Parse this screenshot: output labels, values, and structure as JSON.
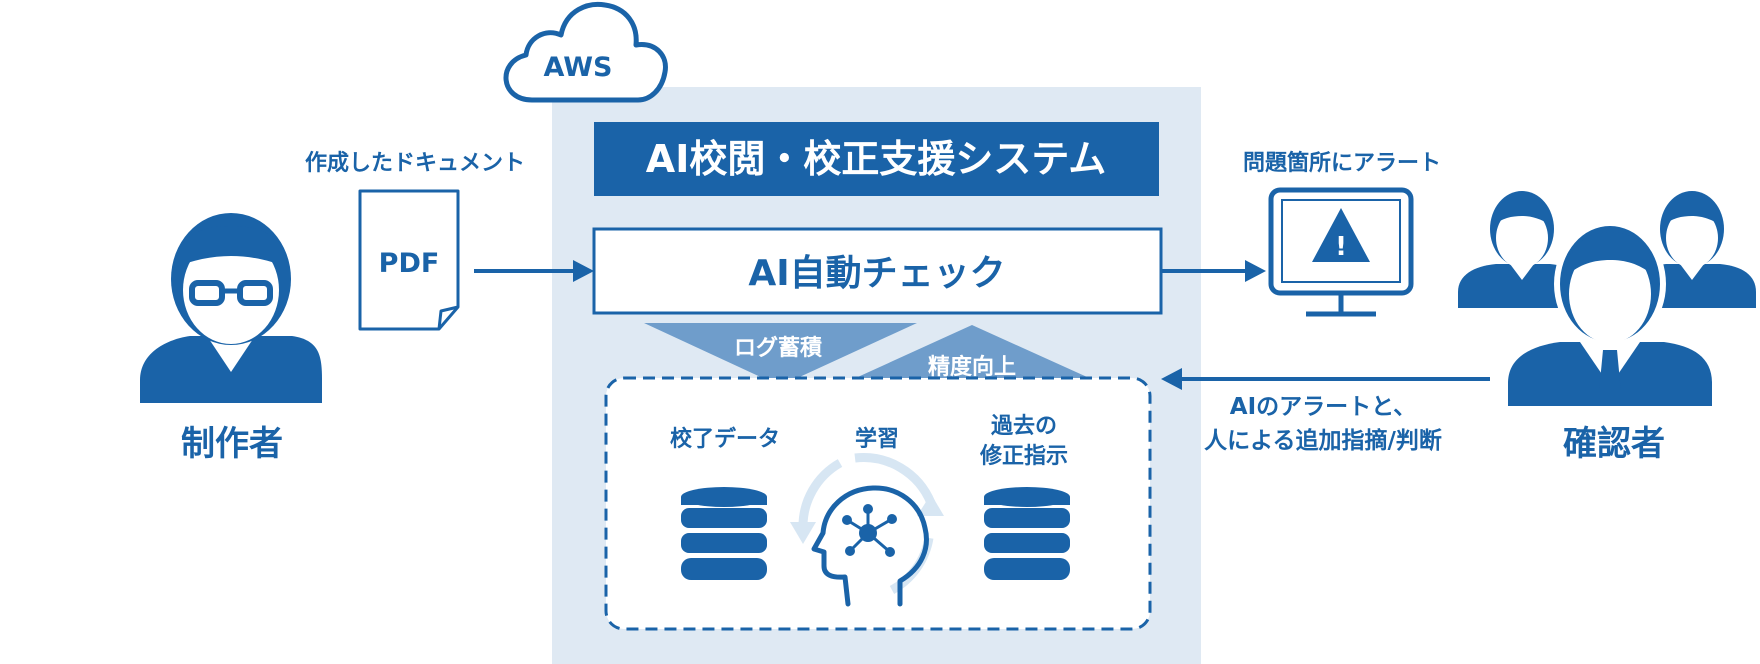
{
  "colors": {
    "primary": "#1a63a8",
    "light_panel": "#dfe9f3",
    "triangle": "#6f9dcb",
    "cycle": "#d7e6f3",
    "white": "#ffffff"
  },
  "cloud": {
    "label": "AWS"
  },
  "system": {
    "title": "AI校閲・校正支援システム",
    "check_label": "AI自動チェック",
    "log_label": "ログ蓄積",
    "accuracy_label": "精度向上",
    "items": {
      "proofread_data": "校了データ",
      "learning": "学習",
      "past_line1": "過去の",
      "past_line2": "修正指示"
    }
  },
  "creator": {
    "label": "制作者",
    "doc_caption": "作成したドキュメント",
    "doc_label": "PDF"
  },
  "alert": {
    "caption": "問題箇所にアラート",
    "symbol": "!"
  },
  "reviewer": {
    "label": "確認者",
    "feedback_line1": "AIのアラートと、",
    "feedback_line2": "人による追加指摘/判断"
  },
  "icons": [
    "cloud-icon",
    "person-glasses-icon",
    "document-icon",
    "monitor-alert-icon",
    "people-group-icon",
    "database-icon",
    "brain-head-icon",
    "cycle-arrows-icon"
  ]
}
